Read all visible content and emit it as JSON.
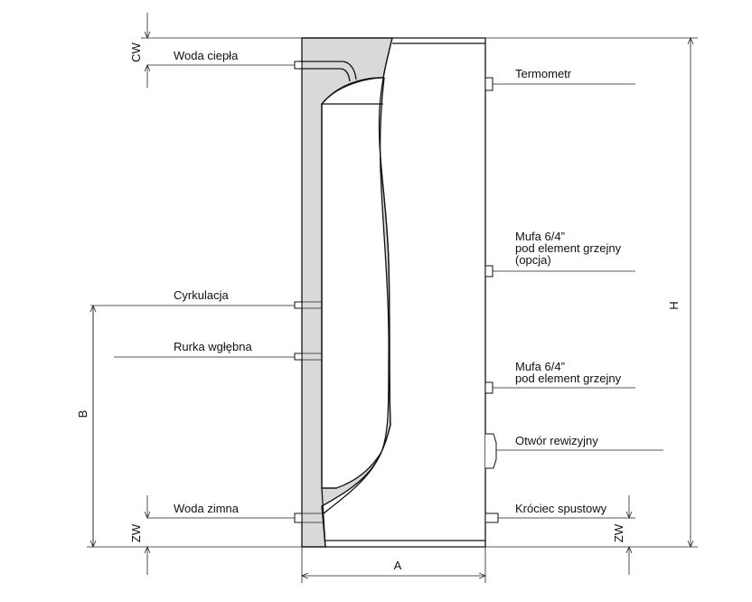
{
  "labels": {
    "woda_ciepla": "Woda ciepła",
    "cyrkulacja": "Cyrkulacja",
    "rurka_wglebna": "Rurka wgłębna",
    "woda_zimna": "Woda zimna",
    "termometr": "Termometr",
    "mufa1_line1": "Mufa 6/4”",
    "mufa1_line2": "pod element grzejny",
    "mufa1_line3": "(opcja)",
    "mufa2_line1": "Mufa 6/4”",
    "mufa2_line2": "pod element grzejny",
    "otwor": "Otwór rewizyjny",
    "krociec": "Króciec spustowy"
  },
  "dimensions": {
    "cw": "CW",
    "b": "B",
    "zw_left": "ZW",
    "zw_right": "ZW",
    "h": "H",
    "a": "A"
  },
  "colors": {
    "insulation": "#d9d9d9",
    "line": "#111111"
  }
}
